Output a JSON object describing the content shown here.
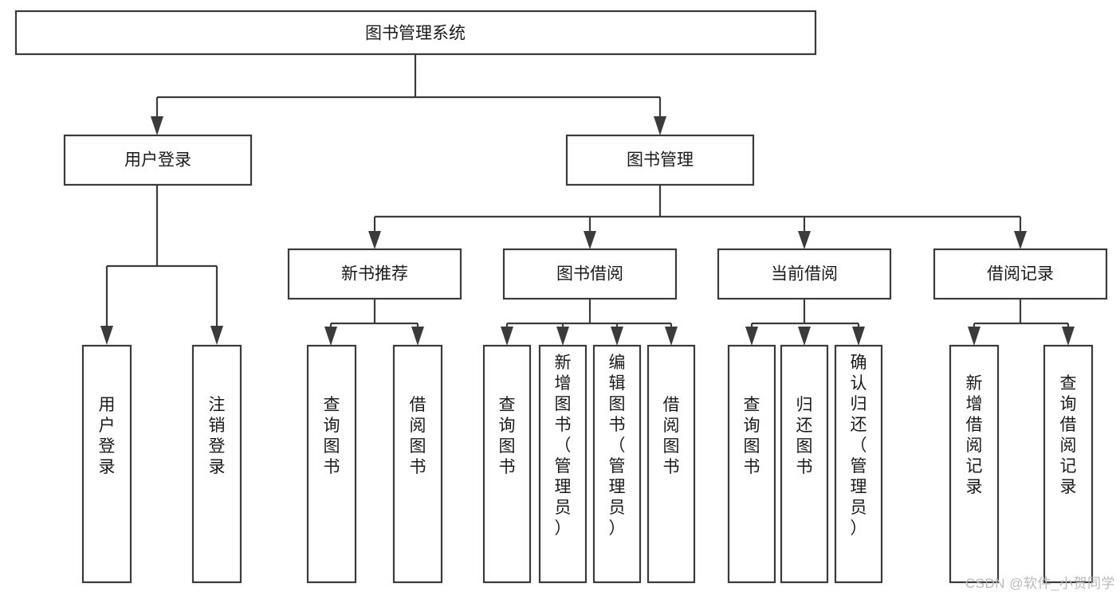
{
  "diagram": {
    "type": "tree-hierarchy-chart",
    "title_node": "图书管理系统",
    "watermark": "CSDN @软件_小贺同学",
    "colors": {
      "stroke": "#3b3b3b",
      "fill": "#ffffff",
      "text": "#1a1a1a",
      "watermark": "#b9b9b9"
    },
    "levels": {
      "level1": [
        {
          "id": "root",
          "label": "图书管理系统",
          "orientation": "horizontal"
        }
      ],
      "level2": [
        {
          "id": "user-login",
          "label": "用户登录",
          "orientation": "horizontal"
        },
        {
          "id": "book-manage",
          "label": "图书管理",
          "orientation": "horizontal"
        }
      ],
      "level3": [
        {
          "id": "new-book-recommend",
          "label": "新书推荐",
          "orientation": "horizontal"
        },
        {
          "id": "book-borrow",
          "label": "图书借阅",
          "orientation": "horizontal"
        },
        {
          "id": "current-borrow",
          "label": "当前借阅",
          "orientation": "horizontal"
        },
        {
          "id": "borrow-record",
          "label": "借阅记录",
          "orientation": "horizontal"
        }
      ],
      "level4": [
        {
          "id": "leaf-user-login",
          "label": "用户登录",
          "orientation": "vertical",
          "parent": "user-login"
        },
        {
          "id": "leaf-logout-login",
          "label": "注销登录",
          "orientation": "vertical",
          "parent": "user-login"
        },
        {
          "id": "leaf-query-book-1",
          "label": "查询图书",
          "orientation": "vertical",
          "parent": "new-book-recommend"
        },
        {
          "id": "leaf-borrow-book-1",
          "label": "借阅图书",
          "orientation": "vertical",
          "parent": "new-book-recommend"
        },
        {
          "id": "leaf-query-book-2",
          "label": "查询图书",
          "orientation": "vertical",
          "parent": "book-borrow"
        },
        {
          "id": "leaf-add-book",
          "label": "新增图书（管理员）",
          "orientation": "vertical",
          "parent": "book-borrow"
        },
        {
          "id": "leaf-edit-book",
          "label": "编辑图书（管理员）",
          "orientation": "vertical",
          "parent": "book-borrow"
        },
        {
          "id": "leaf-borrow-book-2",
          "label": "借阅图书",
          "orientation": "vertical",
          "parent": "book-borrow"
        },
        {
          "id": "leaf-query-book-3",
          "label": "查询图书",
          "orientation": "vertical",
          "parent": "current-borrow"
        },
        {
          "id": "leaf-return-book",
          "label": "归还图书",
          "orientation": "vertical",
          "parent": "current-borrow"
        },
        {
          "id": "leaf-confirm-return",
          "label": "确认归还（管理员）",
          "orientation": "vertical",
          "parent": "current-borrow"
        },
        {
          "id": "leaf-add-record",
          "label": "新增借阅记录",
          "orientation": "vertical",
          "parent": "borrow-record"
        },
        {
          "id": "leaf-query-record",
          "label": "查询借阅记录",
          "orientation": "vertical",
          "parent": "borrow-record"
        }
      ]
    }
  }
}
